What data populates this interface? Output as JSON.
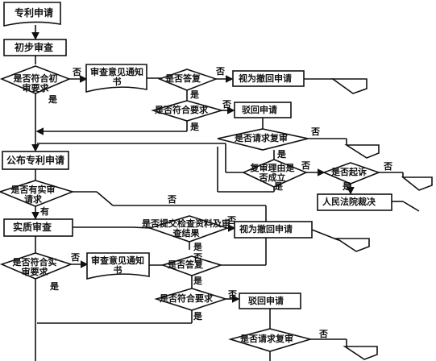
{
  "nodes": {
    "patent_application": "专利申请",
    "preliminary_exam": "初步审查",
    "q_meets_preliminary": "是否符合初审要求",
    "exam_opinion_1": "审查意见通知书",
    "q_reply_1": "是否答复",
    "deemed_withdrawn_1": "视为撤回申请",
    "q_meets_req_1": "是否符合要求",
    "rejected_1": "驳回申请",
    "q_request_reexam_1": "是否请求复审",
    "q_reexam_reason": "复审理由是否成立",
    "q_sue": "是否起诉",
    "people_court": "人民法院裁决",
    "publish_application": "公布专利申请",
    "q_has_request": "是否有实审请求",
    "substantive_exam": "实质审查",
    "q_submit_materials": "是否提交检查资料及审查结果",
    "deemed_withdrawn_2": "视为撤回申请",
    "q_meets_substantive": "是否符合实审要求",
    "exam_opinion_2": "审查意见通知书",
    "q_reply_2": "是否答复",
    "q_meets_req_2": "是否符合要求",
    "rejected_2": "驳回申请",
    "q_request_reexam_2": "是否请求复审"
  },
  "edge_labels": {
    "yes": "是",
    "no": "否",
    "has": "有"
  },
  "colors": {
    "ink": "#111111",
    "paper": "#ffffff"
  }
}
